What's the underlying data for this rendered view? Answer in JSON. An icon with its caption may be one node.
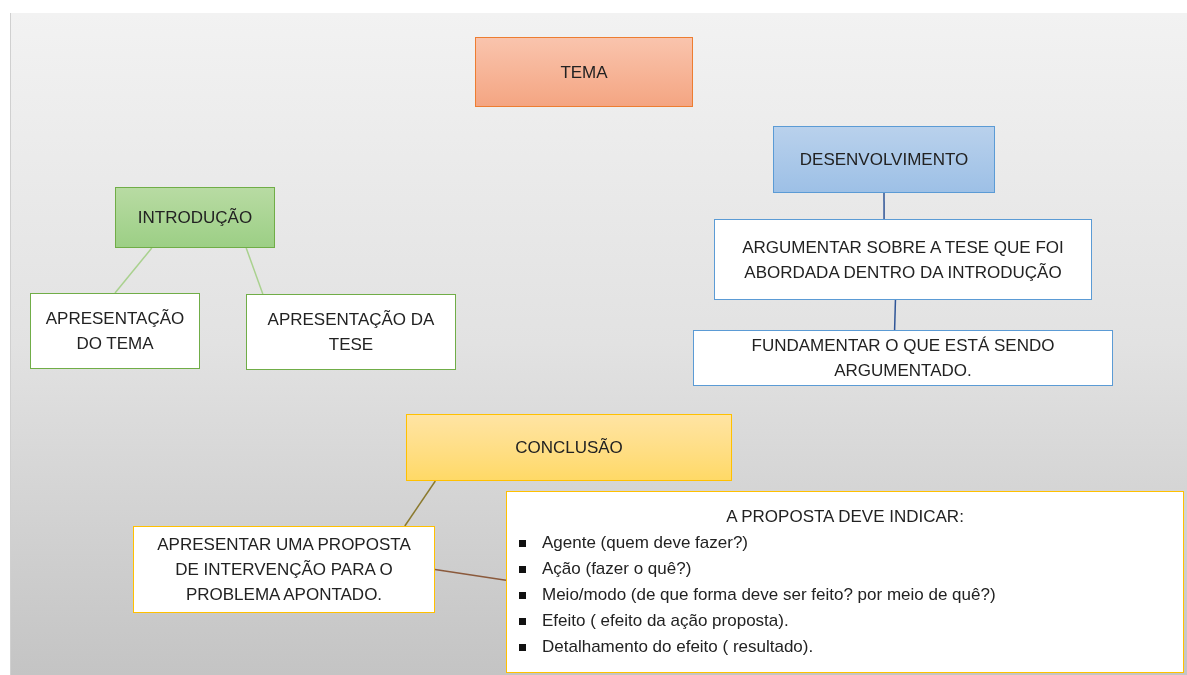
{
  "diagram": {
    "nodes": [
      {
        "text": [
          "TEMA"
        ]
      },
      {
        "text": [
          "DESENVOLVIMENTO"
        ]
      },
      {
        "text": [
          "INTRODUÇÃO"
        ]
      },
      {
        "text": [
          "ARGUMENTAR SOBRE A TESE QUE FOI ABORDADA DENTRO DA INTRODUÇÃO"
        ]
      },
      {
        "text": [
          "APRESENTAÇÃO DO TEMA"
        ]
      },
      {
        "text": [
          "APRESENTAÇÃO DA TESE"
        ]
      },
      {
        "text": [
          "FUNDAMENTAR O QUE ESTÁ SENDO ARGUMENTADO."
        ]
      },
      {
        "text": [
          "CONCLUSÃO"
        ]
      },
      {
        "text": [
          "A PROPOSTA DEVE INDICAR:",
          "Agente (quem deve fazer?)",
          "Ação (fazer o quê?)",
          "Meio/modo (de que forma deve ser feito? por meio de quê?)",
          "Efeito ( efeito da ação proposta).",
          "Detalhamento do efeito ( resultado)."
        ]
      },
      {
        "text": [
          "APRESENTAR UMA PROPOSTA DE INTERVENÇÃO PARA O PROBLEMA APONTADO."
        ]
      }
    ],
    "edges": [
      {
        "from": 2,
        "to": 4,
        "arrow": "none",
        "color": "#a9d18e"
      },
      {
        "from": 2,
        "to": 5,
        "arrow": "none",
        "color": "#a9d18e"
      },
      {
        "from": 1,
        "to": 3,
        "arrow": "none",
        "color": "#2f5597"
      },
      {
        "from": 3,
        "to": 6,
        "arrow": "none",
        "color": "#2f5597"
      },
      {
        "from": 7,
        "to": 9,
        "arrow": "none",
        "color": "#8b7a2e"
      },
      {
        "from": 9,
        "to": 8,
        "arrow": "none",
        "color": "#8b5a3c"
      }
    ]
  }
}
